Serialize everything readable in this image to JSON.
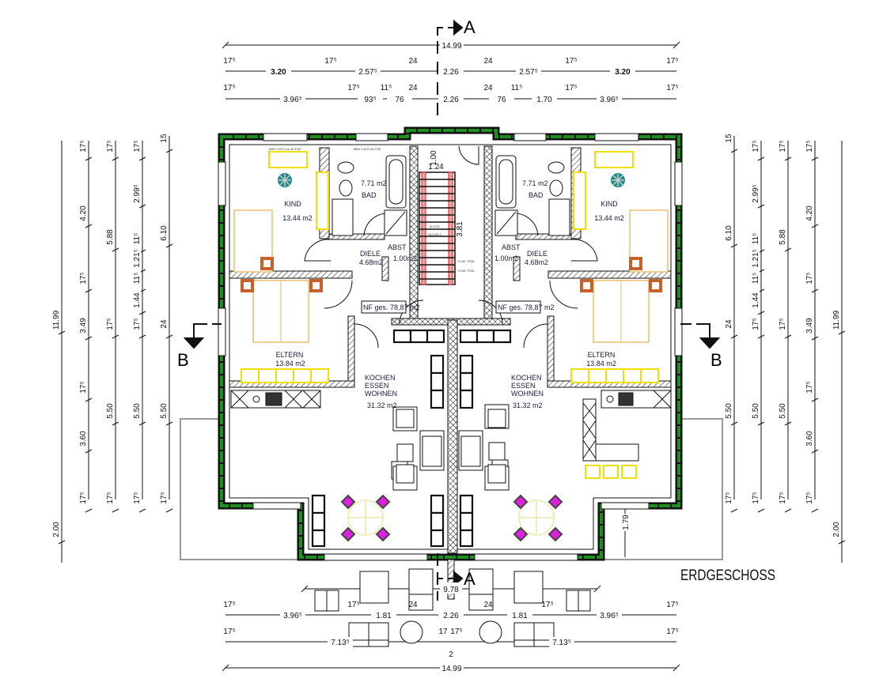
{
  "title": "ERDGESCHOSS",
  "section_marks": {
    "a_top": "A",
    "a_bottom": "A",
    "b_left": "B",
    "b_right": "B"
  },
  "dims": {
    "top_total": "14.99",
    "top_row1": [
      "17⁵",
      "3.20",
      "17⁵",
      "2.57⁵",
      "24",
      "2.26",
      "24",
      "2.57⁵",
      "17⁵",
      "3.20",
      "17⁵"
    ],
    "top_row2": [
      "17⁵",
      "3.96⁵",
      "17⁵",
      "93⁵",
      "11⁵",
      "76",
      "24",
      "2.26",
      "24",
      "76",
      "11⁵",
      "1.70",
      "17⁵",
      "3.96⁵",
      "17⁵"
    ],
    "bottom_row0": "9.78",
    "bottom_row1": [
      "17⁵",
      "3.96⁵",
      "17⁵",
      "1.81",
      "24",
      "2.26",
      "24",
      "1.81",
      "17⁵",
      "3.96⁵",
      "17⁵"
    ],
    "bottom_row2": [
      "17⁵",
      "7.13⁵",
      "17",
      "17⁵",
      "2",
      "7.13⁵",
      "17⁵"
    ],
    "bottom_total": "14.99",
    "left_col1": [
      "11.99",
      "2.00"
    ],
    "left_col2": [
      "17⁵",
      "4.20",
      "17⁵",
      "3.49",
      "17⁵",
      "3.60",
      "17⁵"
    ],
    "left_col3": [
      "17⁵",
      "5.88",
      "17⁵",
      "5.50",
      "17⁵"
    ],
    "left_col4": [
      "17⁵",
      "2.99⁵",
      "11⁵",
      "1.21⁵",
      "11⁵",
      "1.44",
      "17⁵",
      "5.50",
      "17⁵"
    ],
    "left_col5": [
      "15",
      "6.10",
      "24",
      "5.50",
      "17⁵"
    ],
    "right_col1": [
      "11.99",
      "2.00"
    ],
    "right_col2": [
      "17⁵",
      "4.20",
      "17⁵",
      "3.49",
      "17⁵",
      "3.60",
      "17⁵"
    ],
    "right_col3": [
      "17⁵",
      "5.88",
      "17⁵",
      "5.50",
      "17⁵"
    ],
    "right_col4": [
      "17⁵",
      "2.99⁵",
      "11⁵",
      "1.21⁵",
      "11⁵",
      "1.44",
      "17⁵",
      "5.50",
      "17⁵"
    ],
    "right_col5": [
      "15",
      "6.10",
      "24",
      "5.50",
      "17⁵"
    ],
    "terrace_depth": "1.79",
    "stair_width": "1.00",
    "stair_landing": "1.24",
    "stair_length": "3.81"
  },
  "stair": {
    "steps": "15 STG",
    "ratio": "18.1/25.2",
    "level1": "+2.62 +FOK",
    "level2": "+2.65 +FOK"
  },
  "window_notes": {
    "brh1": "BRH 0.875 cm üb.FOK",
    "brh2": "BRH 0.875 üb.FOK"
  },
  "units": {
    "left": {
      "kind": {
        "name": "KIND",
        "area": "13.44 m2"
      },
      "bad": {
        "name": "BAD",
        "area": "7.71 m2"
      },
      "diele": {
        "name": "DIELE",
        "area": "4.68m2"
      },
      "abst": {
        "name": "ABST",
        "area": "1.00m2"
      },
      "nf": "NF ges. 78,87 m2",
      "eltern": {
        "name": "ELTERN",
        "area": "13.84 m2"
      },
      "wohnen": {
        "l1": "KOCHEN",
        "l2": "ESSEN",
        "l3": "WOHNEN",
        "area": "31.32 m2"
      }
    },
    "right": {
      "kind": {
        "name": "KIND",
        "area": "13.44 m2"
      },
      "bad": {
        "name": "BAD",
        "area": "7.71 m2"
      },
      "diele": {
        "name": "DIELE",
        "area": "4.68m2"
      },
      "abst": {
        "name": "ABST",
        "area": "1.00m2"
      },
      "nf": "NF ges. 78,87 m2",
      "eltern": {
        "name": "ELTERN",
        "area": "13.84 m2"
      },
      "wohnen": {
        "l1": "KOCHEN",
        "l2": "ESSEN",
        "l3": "WOHNEN",
        "area": "31.32 m2"
      }
    }
  },
  "colors": {
    "exterior_wall": "#1f8f1f",
    "stair": "#e02020",
    "chairs": "#e020e0",
    "wardrobe": "#f0e000",
    "furniture_accent": "#c8602a",
    "fan": "#1a8a8a"
  }
}
